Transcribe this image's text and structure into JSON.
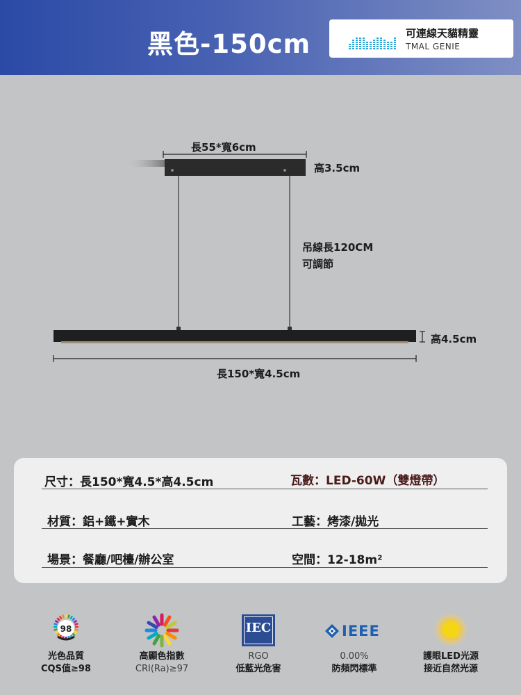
{
  "header": {
    "title": "黑色-150cm",
    "badge_cn": "可連線天貓精靈",
    "badge_en": "TMAL GENIE"
  },
  "diagram": {
    "top_dim": "長55*寬6cm",
    "canopy_height": "高3.5cm",
    "cable_line1": "吊線長120CM",
    "cable_line2": "可調節",
    "bar_height": "高4.5cm",
    "bar_dim": "長150*寬4.5cm"
  },
  "specs": {
    "size": "尺寸：長150*寬4.5*高4.5cm",
    "wattage": "瓦數：LED-60W（雙燈帶）",
    "material": "材質：鋁+鐵+實木",
    "craft": "工藝：烤漆/拋光",
    "scene": "場景：餐廳/吧檯/辦公室",
    "space": "空間：12-18m²"
  },
  "features": [
    {
      "icon": "cqs-98-icon",
      "badge": "98",
      "line1": "光色品質",
      "line2": "CQS值≥98"
    },
    {
      "icon": "color-wheel-icon",
      "line1": "高顯色指數",
      "line2": "CRI(Ra)≥97"
    },
    {
      "icon": "iec-logo-icon",
      "badge": "IEC",
      "line1": "RGO",
      "line2": "低藍光危害"
    },
    {
      "icon": "ieee-logo-icon",
      "badge": "IEEE",
      "line1": "0.00%",
      "line2": "防頻閃標準"
    },
    {
      "icon": "sun-glow-icon",
      "line1": "護眼LED光源",
      "line2": "接近自然光源"
    }
  ],
  "colors": {
    "header_blue": "#2b4aa6",
    "background": "#c3c4c6",
    "panel": "#efefef"
  }
}
